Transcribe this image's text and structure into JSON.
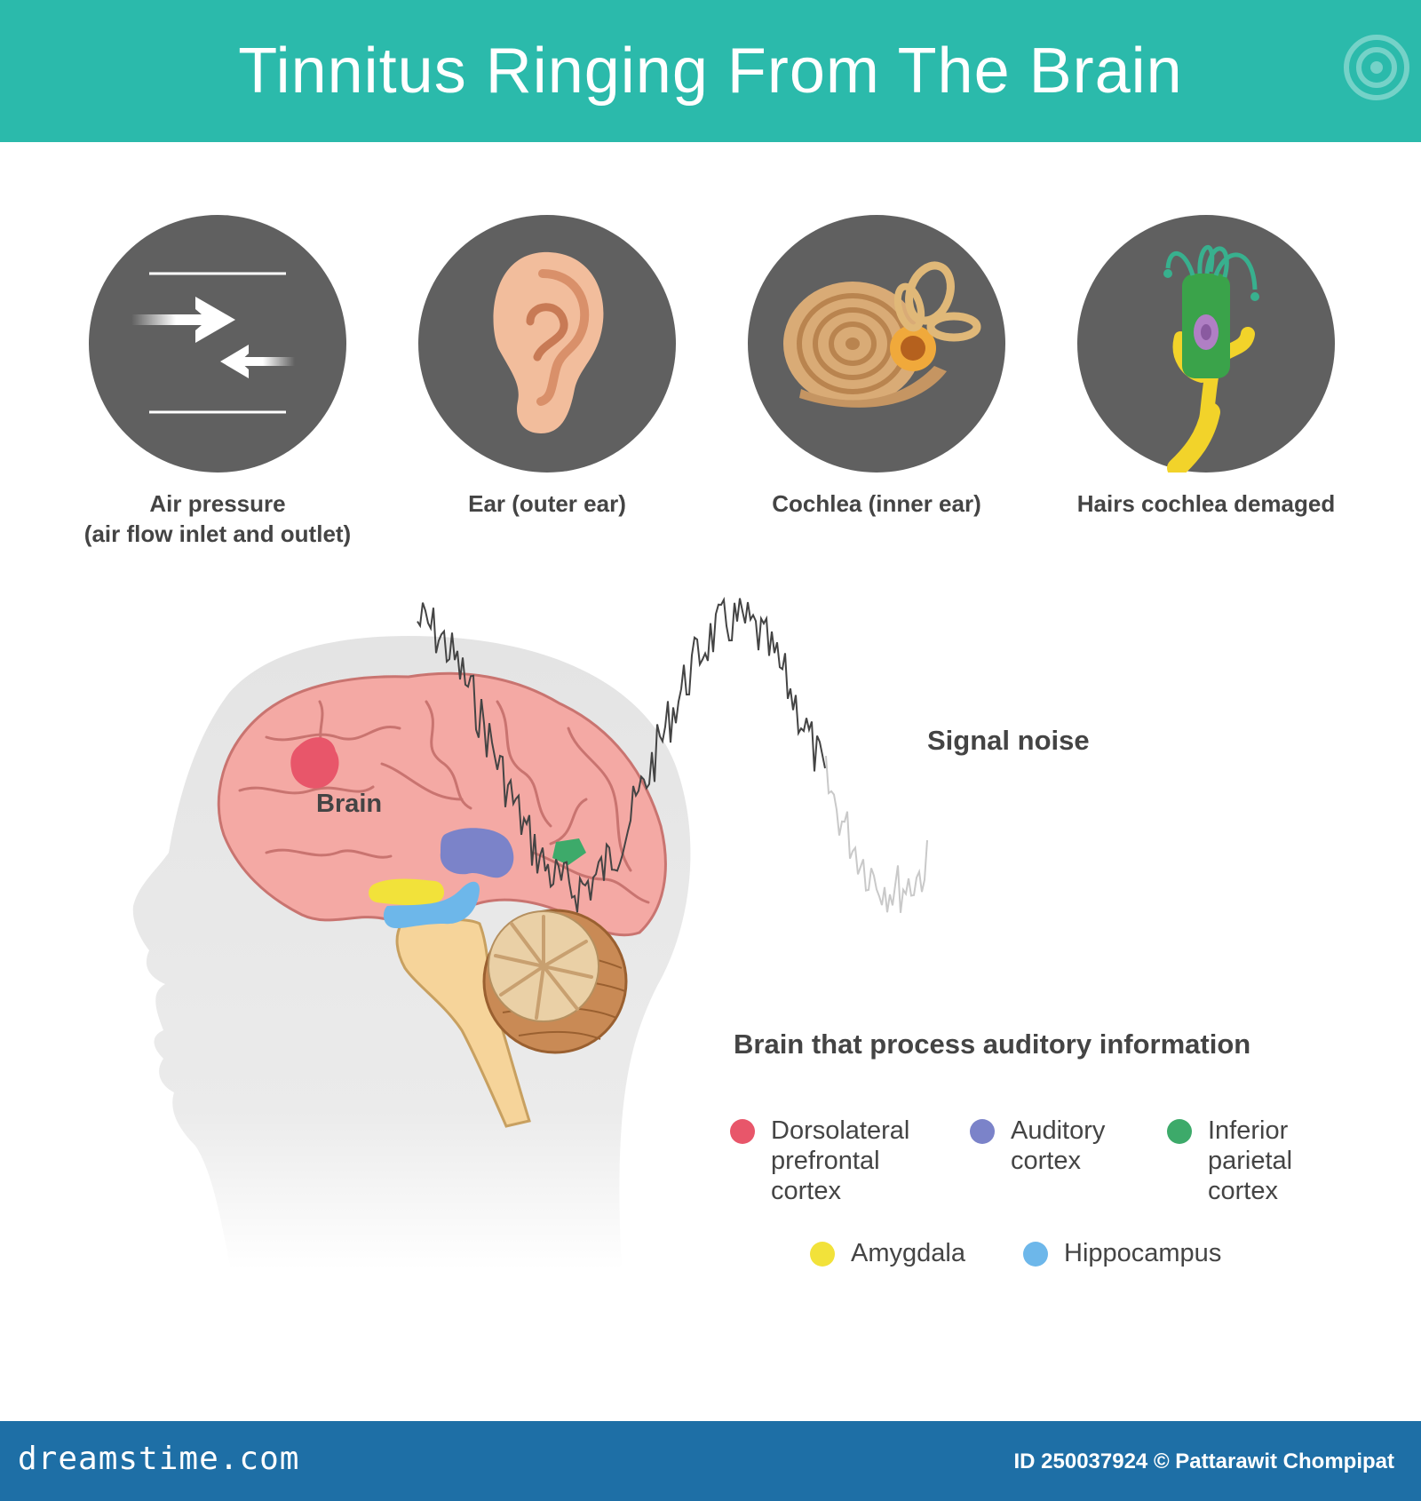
{
  "header": {
    "title": "Tinnitus Ringing From The Brain"
  },
  "steps": [
    {
      "label_line1": "Air pressure",
      "label_line2": "(air flow inlet and outlet)"
    },
    {
      "label_line1": "Ear (outer ear)",
      "label_line2": ""
    },
    {
      "label_line1": "Cochlea (inner ear)",
      "label_line2": ""
    },
    {
      "label_line1": "Hairs cochlea demaged",
      "label_line2": ""
    }
  ],
  "diagram": {
    "brain_label": "Brain",
    "signal_label": "Signal noise"
  },
  "legend": {
    "title": "Brain that process auditory information",
    "items": [
      {
        "line1": "Dorsolateral",
        "line2": "prefrontal",
        "line3": "cortex",
        "color": "#e8566a"
      },
      {
        "line1": "Auditory",
        "line2": "cortex",
        "line3": "",
        "color": "#7b83c9"
      },
      {
        "line1": "Inferior",
        "line2": "parietal",
        "line3": "cortex",
        "color": "#3daa6a"
      },
      {
        "line1": "Amygdala",
        "line2": "",
        "line3": "",
        "color": "#f2e23a"
      },
      {
        "line1": "Hippocampus",
        "line2": "",
        "line3": "",
        "color": "#6db7ea"
      }
    ]
  },
  "colors": {
    "header": "#2bbaab",
    "footer": "#1e6fa6",
    "circle": "#606060",
    "text": "#444444"
  },
  "footer": {
    "site": "dreamstime.com",
    "credit": "ID 250037924 © Pattarawit Chompipat"
  }
}
